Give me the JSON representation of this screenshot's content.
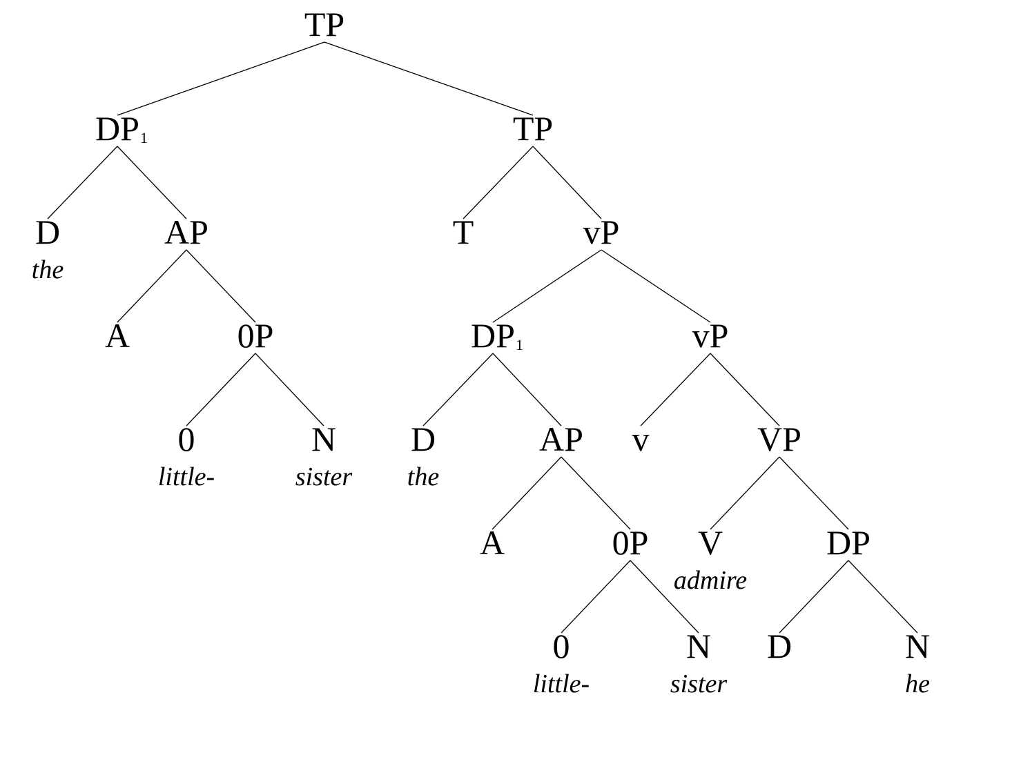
{
  "tree": {
    "nodes": [
      {
        "id": "n1",
        "label": "TP"
      },
      {
        "id": "n2",
        "label": "DP",
        "sub": "1"
      },
      {
        "id": "n3",
        "label": "TP"
      },
      {
        "id": "n4",
        "label": "D",
        "word": "the"
      },
      {
        "id": "n5",
        "label": "AP"
      },
      {
        "id": "n6",
        "label": "A"
      },
      {
        "id": "n7",
        "label": "0P"
      },
      {
        "id": "n8",
        "label": "0",
        "word": "little-"
      },
      {
        "id": "n9",
        "label": "N",
        "word": "sister"
      },
      {
        "id": "n10",
        "label": "T"
      },
      {
        "id": "n11",
        "label": "vP"
      },
      {
        "id": "n12",
        "label": "DP",
        "sub": "1"
      },
      {
        "id": "n13",
        "label": "vP"
      },
      {
        "id": "n14",
        "label": "D",
        "word": "the"
      },
      {
        "id": "n15",
        "label": "AP"
      },
      {
        "id": "n16",
        "label": "A"
      },
      {
        "id": "n17",
        "label": "0P"
      },
      {
        "id": "n18",
        "label": "0",
        "word": "little-"
      },
      {
        "id": "n19",
        "label": "N",
        "word": "sister"
      },
      {
        "id": "n20",
        "label": "v"
      },
      {
        "id": "n21",
        "label": "VP"
      },
      {
        "id": "n22",
        "label": "V",
        "word": "admire"
      },
      {
        "id": "n23",
        "label": "DP"
      },
      {
        "id": "n24",
        "label": "D"
      },
      {
        "id": "n25",
        "label": "N",
        "word": "he"
      }
    ],
    "edges": [
      [
        "n1",
        "n2"
      ],
      [
        "n1",
        "n3"
      ],
      [
        "n2",
        "n4"
      ],
      [
        "n2",
        "n5"
      ],
      [
        "n5",
        "n6"
      ],
      [
        "n5",
        "n7"
      ],
      [
        "n7",
        "n8"
      ],
      [
        "n7",
        "n9"
      ],
      [
        "n3",
        "n10"
      ],
      [
        "n3",
        "n11"
      ],
      [
        "n11",
        "n12"
      ],
      [
        "n11",
        "n13"
      ],
      [
        "n12",
        "n14"
      ],
      [
        "n12",
        "n15"
      ],
      [
        "n15",
        "n16"
      ],
      [
        "n15",
        "n17"
      ],
      [
        "n17",
        "n18"
      ],
      [
        "n17",
        "n19"
      ],
      [
        "n13",
        "n20"
      ],
      [
        "n13",
        "n21"
      ],
      [
        "n21",
        "n22"
      ],
      [
        "n21",
        "n23"
      ],
      [
        "n23",
        "n24"
      ],
      [
        "n23",
        "n25"
      ]
    ]
  }
}
